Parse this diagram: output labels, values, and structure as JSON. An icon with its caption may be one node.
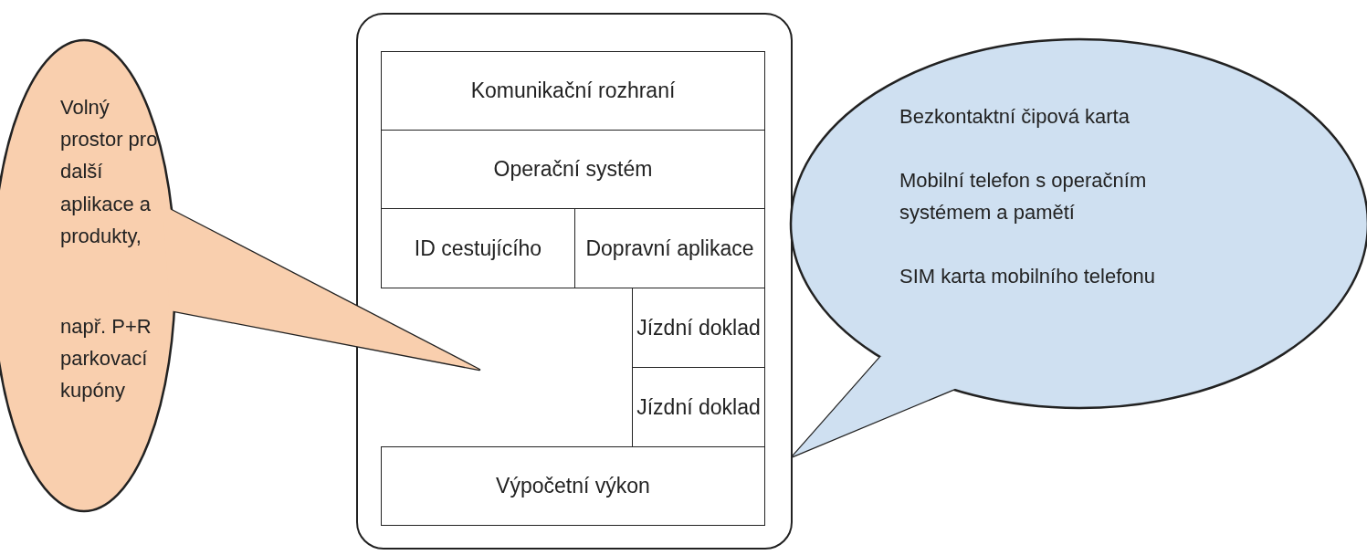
{
  "diagram": {
    "nodes": [
      {
        "text": [],
        "shape": "box"
      },
      {
        "text": [
          "Komunikační rozhraní"
        ],
        "in": 0
      },
      {
        "text": [
          "Operační systém"
        ],
        "in": 0
      },
      {
        "text": [
          "ID cestujícího"
        ],
        "in": 0
      },
      {
        "text": [
          "Dopravní aplikace"
        ],
        "in": 0
      },
      {
        "text": [
          "Jízdní doklad"
        ],
        "in": 0
      },
      {
        "text": [
          "Jízdní doklad"
        ],
        "in": 0
      },
      {
        "text": [
          "Výpočetní výkon"
        ],
        "in": 0
      },
      {
        "text": [
          "Volný prostor pro další aplikace a produkty,",
          "např. P+R parkovací kupóny"
        ]
      },
      {
        "text": [
          "Bezkontaktní čipová karta",
          "Mobilní telefon s operačním systémem a pamětí",
          "SIM karta mobilního telefonu"
        ]
      }
    ]
  }
}
